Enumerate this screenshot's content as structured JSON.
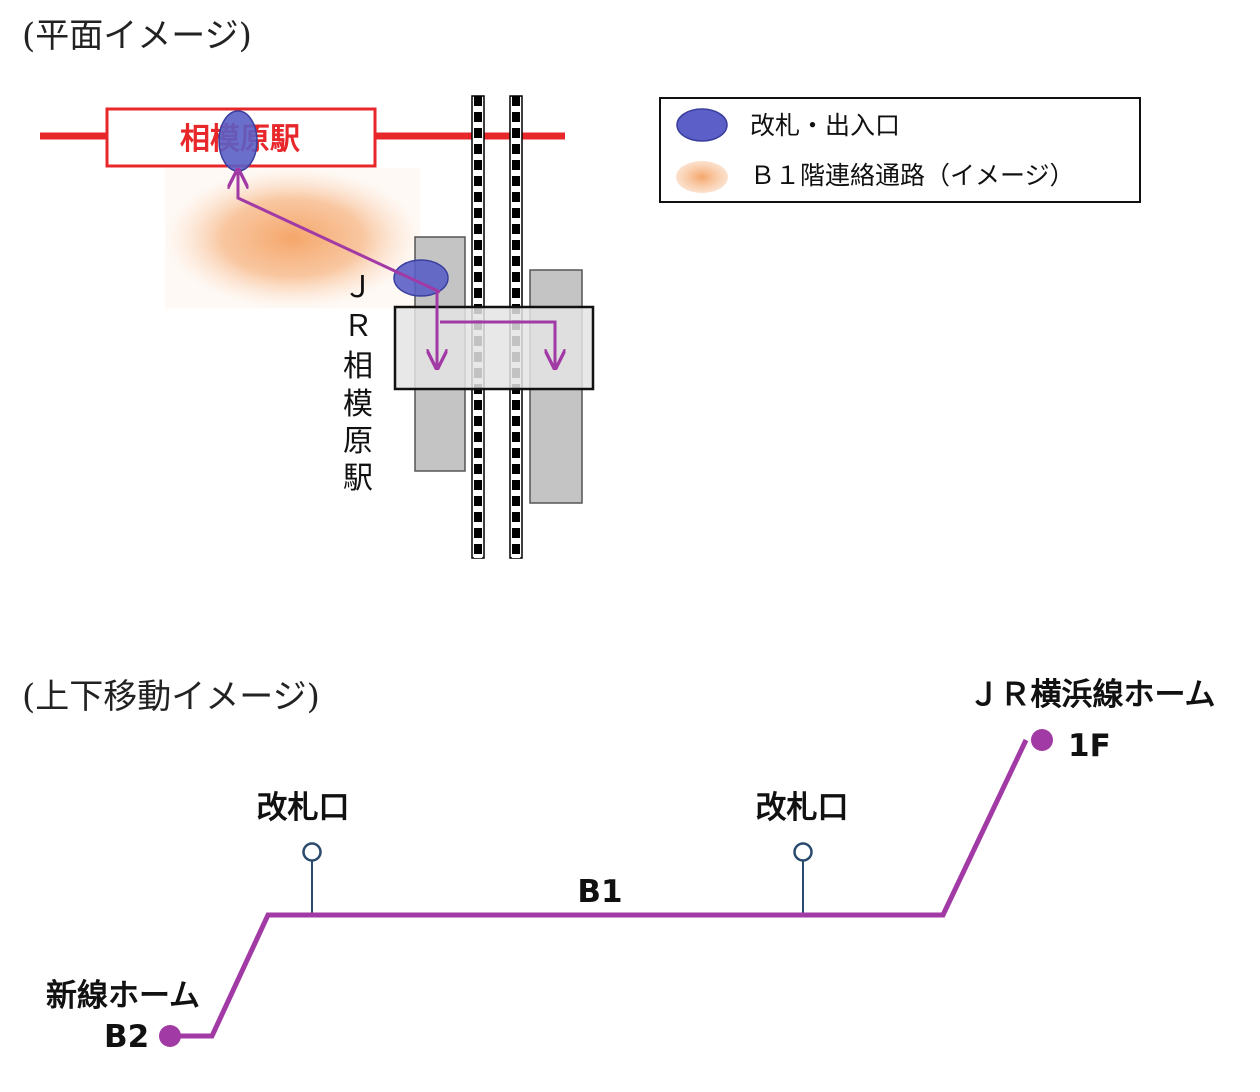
{
  "plan": {
    "heading": "(平面イメージ)",
    "station_box_label": "相模原駅",
    "jr_station_label": [
      "Ｊ",
      "Ｒ",
      "相",
      "模",
      "原",
      "駅"
    ]
  },
  "legend": {
    "items": [
      {
        "icon": "gate-entrance-icon",
        "label": "改札・出入口"
      },
      {
        "icon": "b1-passage-icon",
        "label": "Ｂ１階連絡通路（イメージ）"
      }
    ]
  },
  "vertical": {
    "heading": "(上下移動イメージ)",
    "jr_platform_label": "ＪＲ横浜線ホーム",
    "jr_floor": "1F",
    "gate_left_label": "改札口",
    "gate_right_label": "改札口",
    "passage_floor": "B1",
    "new_platform_label": "新線ホーム",
    "new_floor": "B2"
  },
  "colors": {
    "route": "#a23aa6",
    "red_line": "#e8272b",
    "gate": "#5b5fc7",
    "passage": "#f5a66a",
    "platform": "#c4c4c4",
    "connector": "#2a4a6e"
  }
}
